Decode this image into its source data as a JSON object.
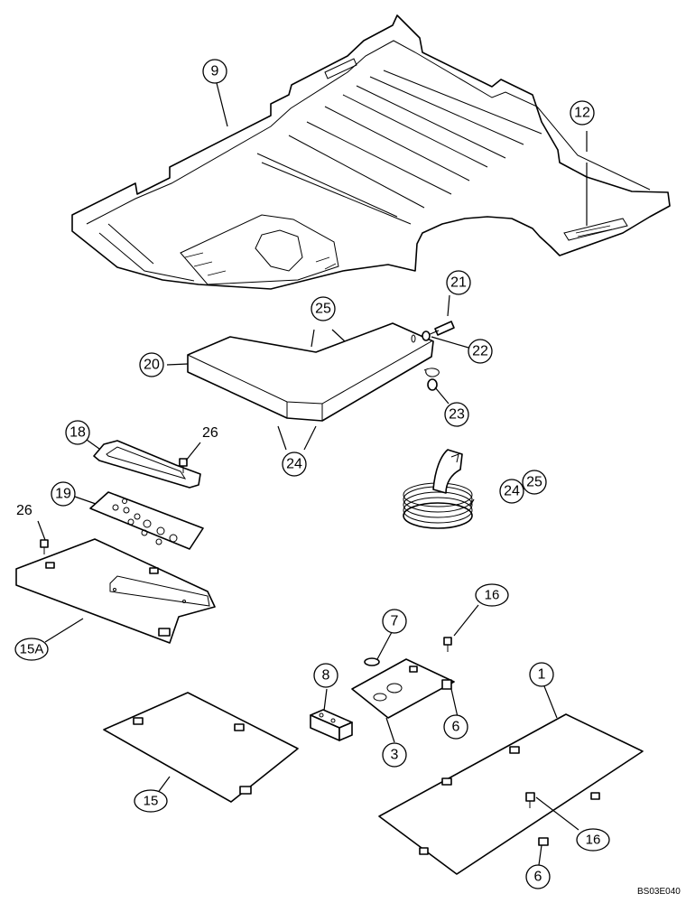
{
  "callouts": {
    "c9": "9",
    "c12": "12",
    "c25a": "25",
    "c20": "20",
    "c21": "21",
    "c22": "22",
    "c23": "23",
    "c24a": "24",
    "c24b": "24",
    "c25b": "25",
    "c18": "18",
    "c26a": "26",
    "c19": "19",
    "c26b": "26",
    "c15A": "15A",
    "c7": "7",
    "c16a": "16",
    "c8": "8",
    "c6a": "6",
    "c3": "3",
    "c1": "1",
    "c15": "15",
    "c16b": "16",
    "c6b": "6"
  },
  "diagram_id": "BS03E040"
}
